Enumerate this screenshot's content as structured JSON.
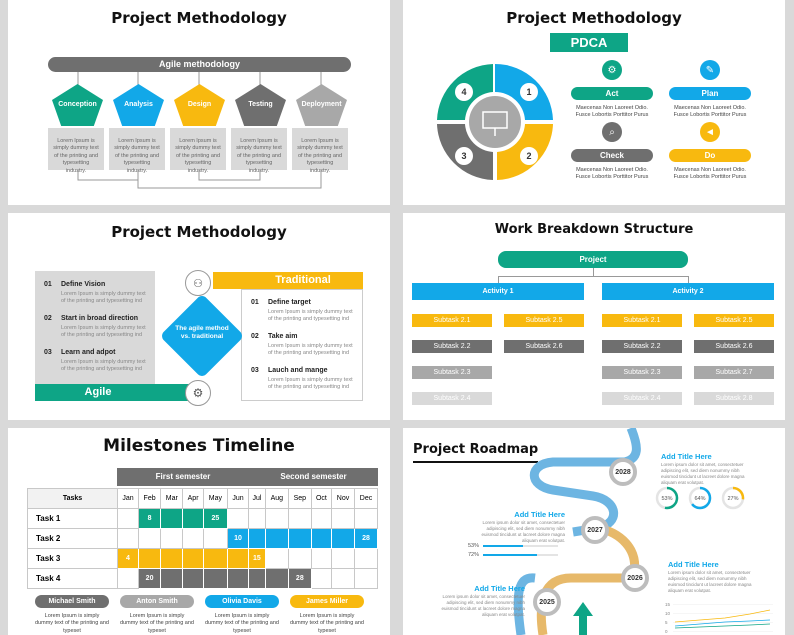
{
  "colors": {
    "teal": "#0ea586",
    "blue": "#12a8e8",
    "yellow": "#f8b90f",
    "gray": "#6f6f6f",
    "lightgray": "#a8a8a8",
    "panelgray": "#d9d9d9",
    "darkgray": "#555555"
  },
  "lorem_short": "Lorem Ipsum is simply dummy text of the printing and typesetting industry.",
  "lorem_two": "Lorem Ipsum is simply dummy text of the printing and typesetting industry",
  "slide1": {
    "title": "Project Methodology",
    "banner": "Agile methodology",
    "phases": [
      "Conception",
      "Analysis",
      "Design",
      "Testing",
      "Deployment"
    ],
    "descs": [
      "Lorem Ipsum is simply dummy text of the printing and typesetting industry.",
      "Lorem Ipsum is simply dummy text of the printing and typesetting industry.",
      "Lorem Ipsum is simply dummy text of the printing and typesetting industry.",
      "Lorem Ipsum is simply dummy text of the printing and typesetting industry.",
      "Lorem Ipsum is simply dummy text of the printing and typesetting industry."
    ]
  },
  "slide2": {
    "title": "Project Methodology",
    "badge": "PDCA",
    "cycle_numbers": [
      "4",
      "1",
      "3",
      "2"
    ],
    "steps": [
      {
        "label": "Act",
        "text": "Maecenas Non Laoreet Odio. Fusce Lobortis Porttitor Purus"
      },
      {
        "label": "Plan",
        "text": "Maecenas Non Laoreet Odio. Fusce Lobortis Porttitor Purus"
      },
      {
        "label": "Check",
        "text": "Maecenas Non Laoreet Odio. Fusce Lobortis Porttitor Purus"
      },
      {
        "label": "Do",
        "text": "Maecenas Non Laoreet Odio. Fusce Lobortis Porttitor Purus"
      }
    ]
  },
  "slide3": {
    "title": "Project Methodology",
    "left_label": "Agile",
    "right_label": "Traditional",
    "center": "The agile method vs. traditional",
    "left_items": [
      {
        "num": "01",
        "title": "Define Vision",
        "text": "Lorem Ipsum is simply dummy text of the printing and typesetting ind"
      },
      {
        "num": "02",
        "title": "Start in broad direction",
        "text": "Lorem Ipsum is simply dummy text of the printing and typesetting ind"
      },
      {
        "num": "03",
        "title": "Learn and adpot",
        "text": "Lorem Ipsum is simply dummy text of the printing and typesetting ind"
      }
    ],
    "right_items": [
      {
        "num": "01",
        "title": "Define target",
        "text": "Lorem Ipsum is simply dummy text of the printing and typesetting ind"
      },
      {
        "num": "02",
        "title": "Take aim",
        "text": "Lorem Ipsum is simply dummy text of the printing and typesetting ind"
      },
      {
        "num": "03",
        "title": "Lauch and mange",
        "text": "Lorem Ipsum is simply dummy text of the printing and typesetting ind"
      }
    ]
  },
  "slide4": {
    "title": "Work Breakdown Structure",
    "root": "Project",
    "activities": [
      "Activity 1",
      "Activity 2"
    ],
    "col1": [
      "Subtask 2.1",
      "Subtask 2.2",
      "Subtask 2.3",
      "Subtask 2.4"
    ],
    "col2": [
      "Subtask 2.5",
      "Subtask 2.6"
    ],
    "col3": [
      "Subtask 2.1",
      "Subtask 2.2",
      "Subtask 2.3",
      "Subtask 2.4"
    ],
    "col4": [
      "Subtask 2.5",
      "Subtask 2.6",
      "Subtask 2.7",
      "Subtask 2.8"
    ]
  },
  "slide5": {
    "title": "Milestones Timeline",
    "semesters": [
      "First semester",
      "Second semester"
    ],
    "tasks_header": "Tasks",
    "months": [
      "Jan",
      "Feb",
      "Mar",
      "Apr",
      "May",
      "Jun",
      "Jul",
      "Aug",
      "Sep",
      "Oct",
      "Nov",
      "Dec"
    ],
    "tasks": [
      {
        "name": "Task 1",
        "start": 1,
        "end": 4,
        "color": "teal",
        "labels": [
          "8",
          "25"
        ]
      },
      {
        "name": "Task 2",
        "start": 5,
        "end": 11,
        "color": "blue",
        "labels": [
          "10",
          "28"
        ]
      },
      {
        "name": "Task 3",
        "start": 0,
        "end": 6,
        "color": "yellow",
        "labels": [
          "4",
          "15"
        ]
      },
      {
        "name": "Task 4",
        "start": 1,
        "end": 8,
        "color": "gray",
        "labels": [
          "20",
          "28"
        ]
      }
    ],
    "people": [
      {
        "name": "Michael Smith",
        "color": "gray",
        "text": "Lorem Ipsum is simply dummy text of the printing and typeset"
      },
      {
        "name": "Anton Smith",
        "color": "lightgray",
        "text": "Lorem Ipsum is simply dummy text of the printing and typeset"
      },
      {
        "name": "Olivia Davis",
        "color": "blue",
        "text": "Lorem Ipsum is simply dummy text of the printing and typeset"
      },
      {
        "name": "James Miller",
        "color": "yellow",
        "text": "Lorem Ipsum is simply dummy text of the printing and typeset"
      }
    ]
  },
  "slide6": {
    "title": "Project Roadmap",
    "years": [
      "2028",
      "2027",
      "2026",
      "2025"
    ],
    "blocks": [
      {
        "title": "Add Title Here",
        "text": "Lorem ipsum dolor sit amet, consectetuer adipiscing elit, sed diem nonummy nibh euismod tincidunt ut lacreet dolore magna aliquam erat volutpat."
      },
      {
        "title": "Add Title Here",
        "text": "Lorem ipsum dolor sit amet, consectetuer adipiscing elit, sed diem nonummy nibh euismod tincidunt ut lacreet dolore magna aliquam erat volutpat."
      },
      {
        "title": "Add Title Here",
        "text": "Lorem ipsum dolor sit amet, consectetuer adipiscing elit, sed diem nonummy nibh euismod tincidunt ut lacreet dolore magna aliquam erat volutpat."
      },
      {
        "title": "Add Title Here",
        "text": "Lorem ipsum dolor sit amet, consectetuer adipiscing elit, sed diem nonummy nibh euismod tincidunt ut lacreet dolore magna aliquam erat volutpat."
      }
    ],
    "donuts": [
      {
        "label": "53%",
        "value": 0.53,
        "color": "teal"
      },
      {
        "label": "64%",
        "value": 0.64,
        "color": "blue"
      },
      {
        "label": "27%",
        "value": 0.27,
        "color": "yellow"
      }
    ],
    "bars": [
      {
        "label": "53%",
        "value": 0.53,
        "color": "blue"
      },
      {
        "label": "72%",
        "value": 0.72,
        "color": "blue"
      }
    ],
    "mini_axis": [
      "15",
      "10",
      "5",
      "0"
    ]
  }
}
